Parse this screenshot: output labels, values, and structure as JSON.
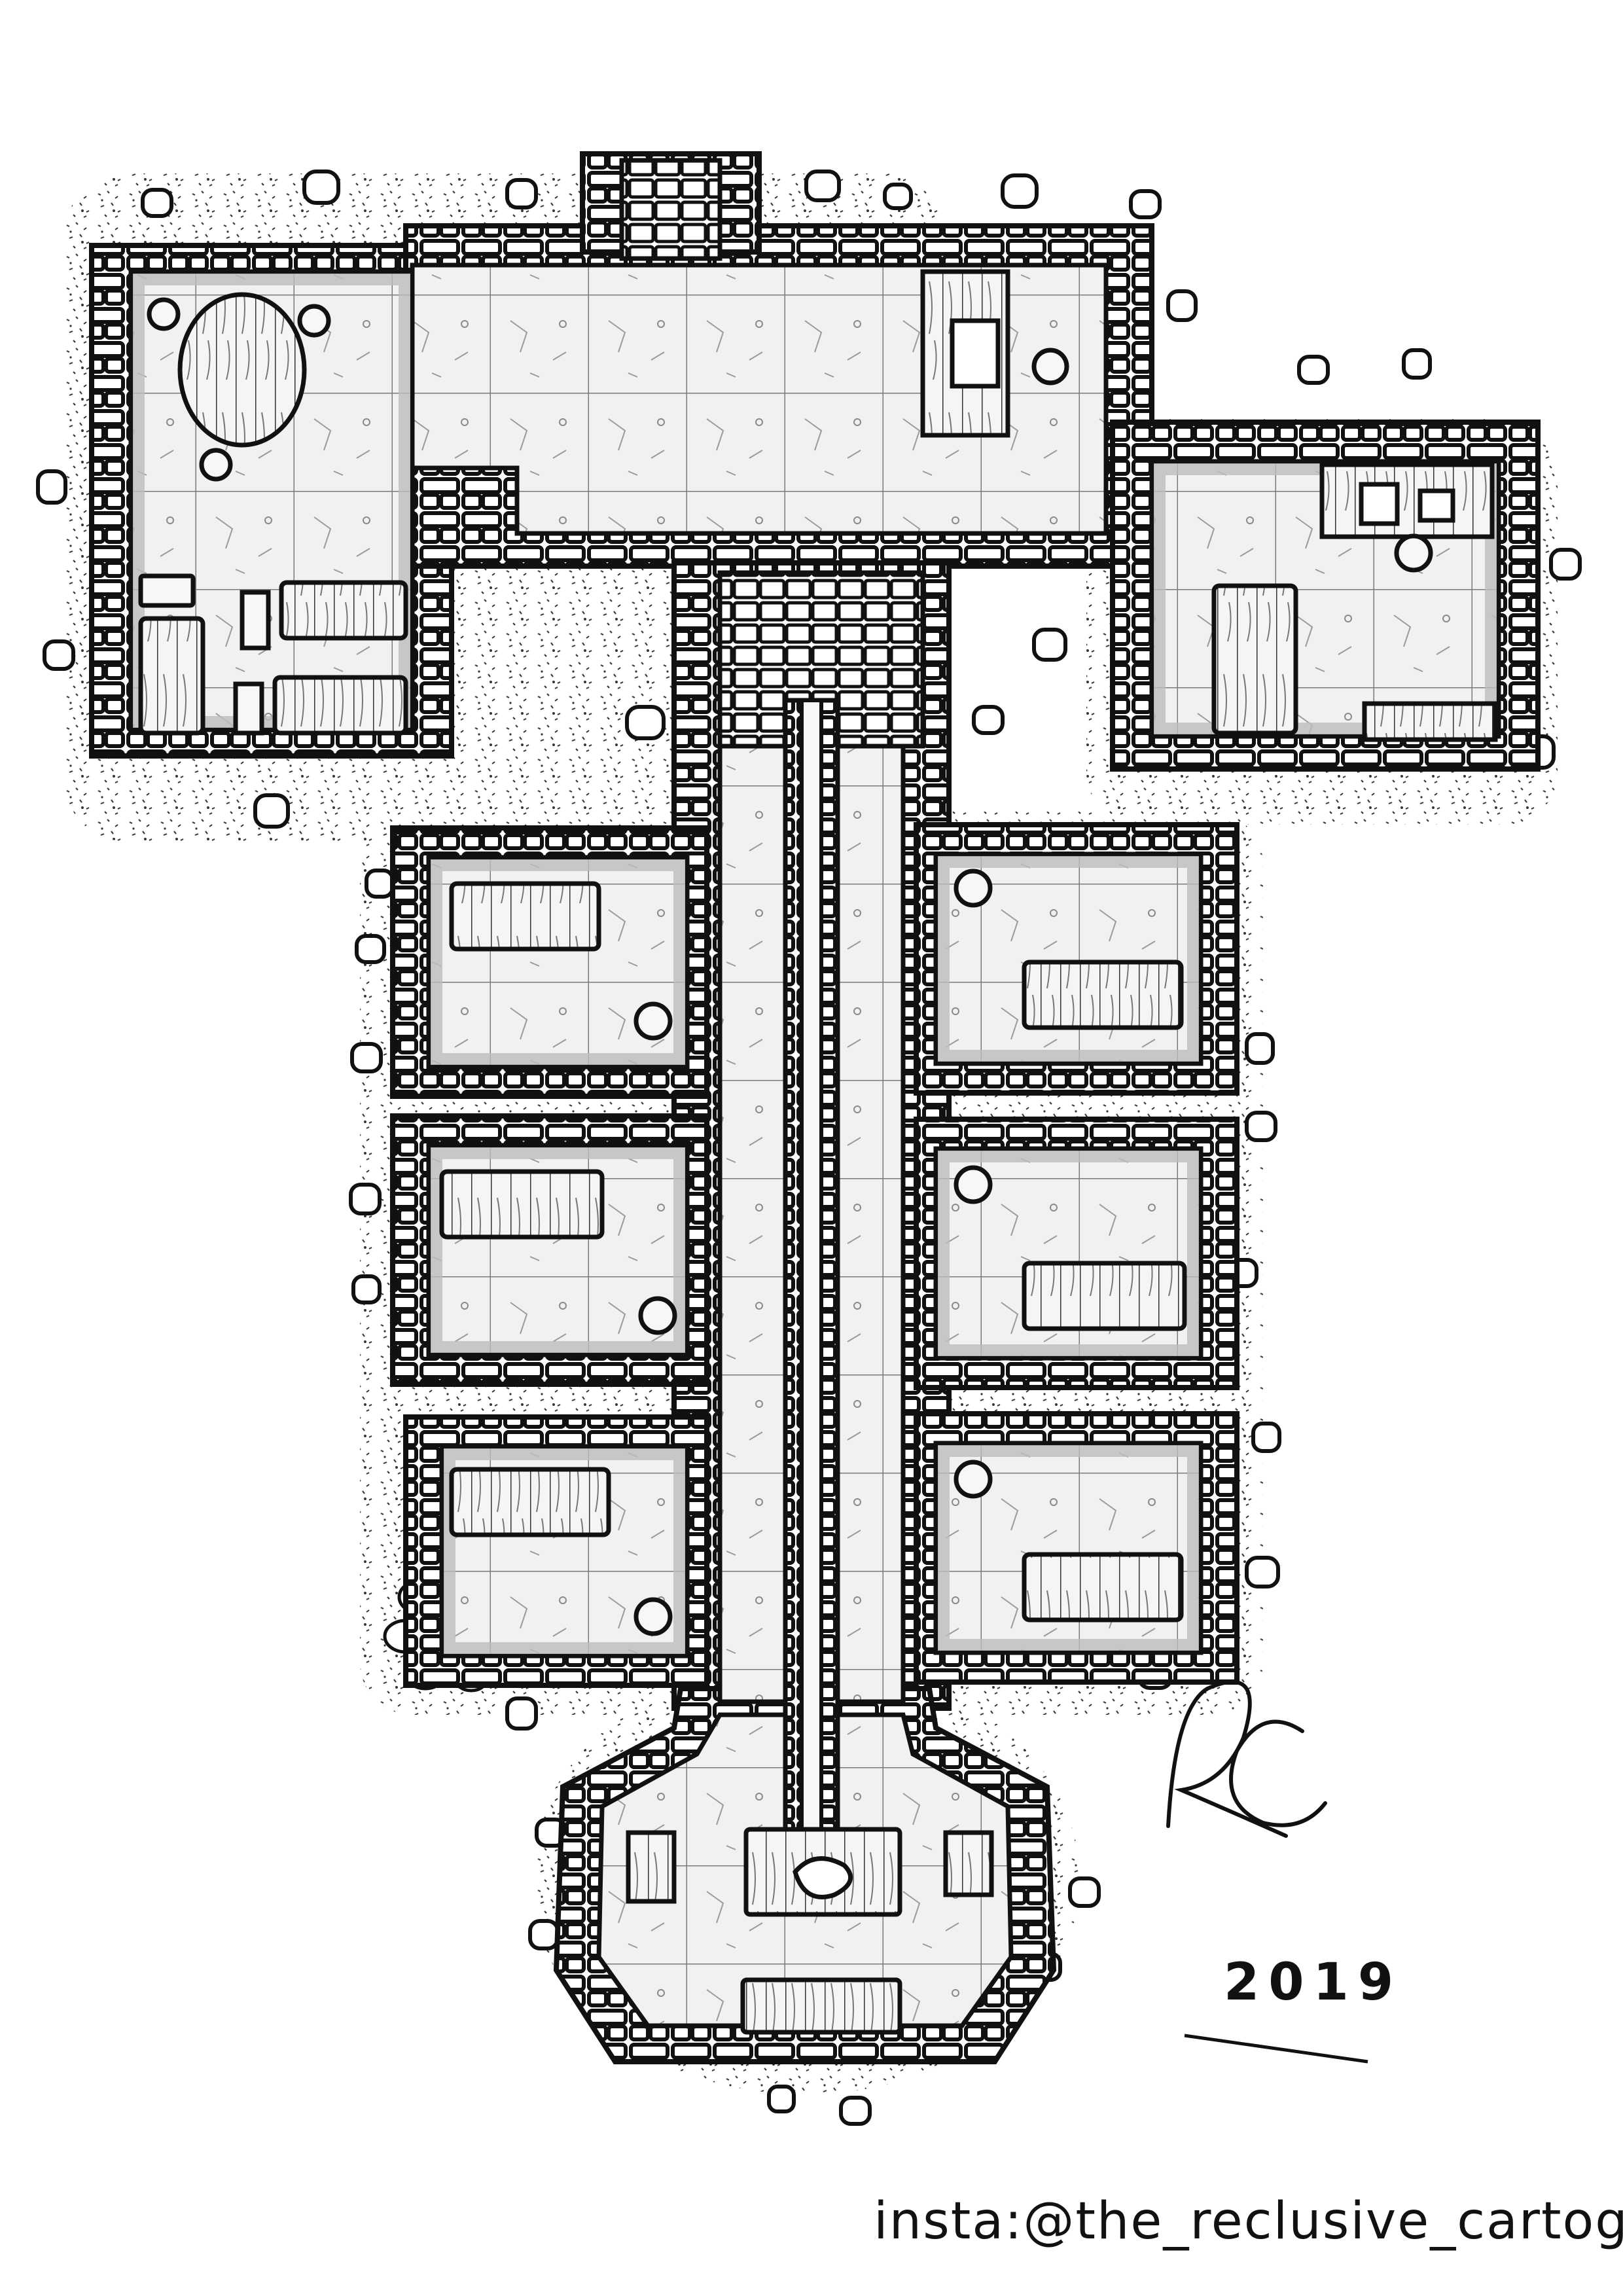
{
  "signature": {
    "initials": "RC",
    "year": "2019"
  },
  "credit": "insta:@the_reclusive_cartographer",
  "colors": {
    "ink": "#111111",
    "floor": "#f2f2f2",
    "shadow": "#c9c9c9",
    "stone": "#ffffff",
    "paper": "#ffffff"
  },
  "map_features": {
    "rooms": [
      "north-west-dining-room",
      "north-hall",
      "north-east-office",
      "cell-west-1",
      "cell-west-2",
      "cell-west-3",
      "cell-east-1",
      "cell-east-2",
      "cell-east-3",
      "central-corridor",
      "south-guard-room"
    ],
    "stairs": [
      "north-entrance-stairs",
      "central-stairs"
    ]
  }
}
